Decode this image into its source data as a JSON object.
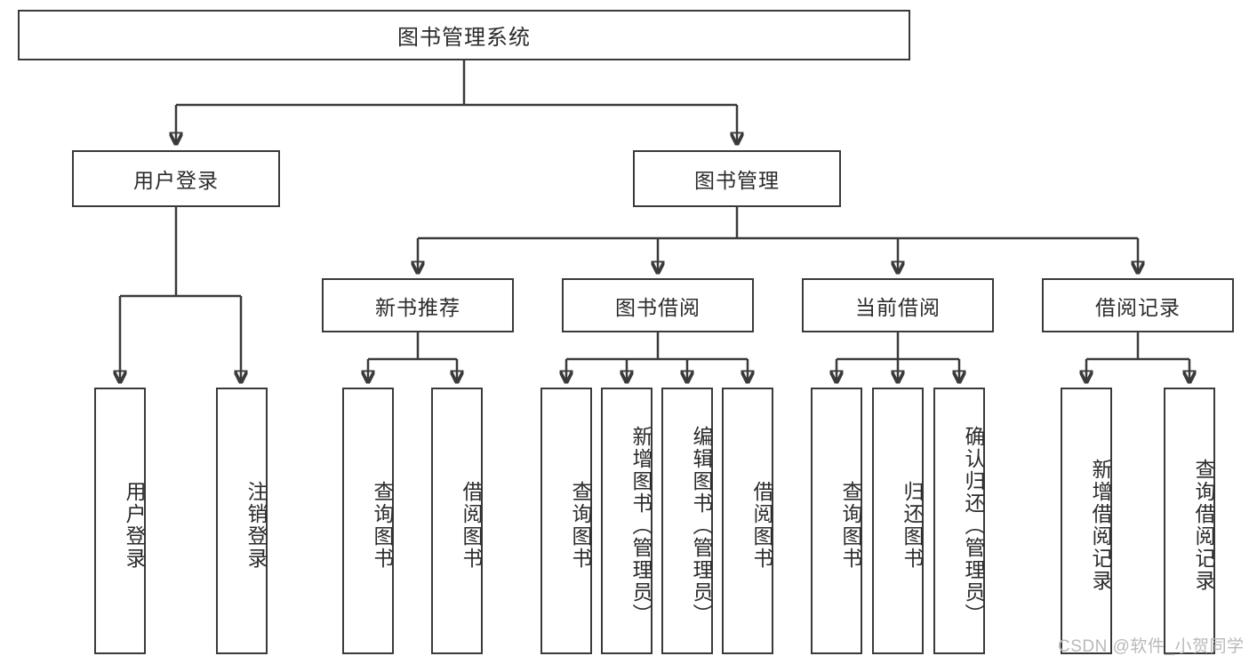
{
  "diagram": {
    "kind": "tree-hierarchy-chart",
    "root": {
      "label": "图书管理系统"
    },
    "level2": [
      {
        "label": "用户登录"
      },
      {
        "label": "图书管理"
      }
    ],
    "level3": [
      {
        "label": "新书推荐"
      },
      {
        "label": "图书借阅"
      },
      {
        "label": "当前借阅"
      },
      {
        "label": "借阅记录"
      }
    ],
    "leaves": {
      "user_login": [
        {
          "label": "用户登录"
        },
        {
          "label": "注销登录"
        }
      ],
      "new_book_recommend": [
        {
          "label": "查询图书"
        },
        {
          "label": "借阅图书"
        }
      ],
      "book_borrow": [
        {
          "label": "查询图书"
        },
        {
          "label": "新增图书（管理员）"
        },
        {
          "label": "编辑图书（管理员）"
        },
        {
          "label": "借阅图书"
        }
      ],
      "current_borrow": [
        {
          "label": "查询图书"
        },
        {
          "label": "归还图书"
        },
        {
          "label": "确认归还（管理员）"
        }
      ],
      "borrow_record": [
        {
          "label": "新增借阅记录"
        },
        {
          "label": "查询借阅记录"
        }
      ]
    }
  },
  "watermark": {
    "text": "CSDN @软件_小贺同学"
  },
  "colors": {
    "stroke": "#3a3a3a",
    "text": "#2b2b2b",
    "background": "#ffffff",
    "watermark": "#b9b9b9"
  }
}
